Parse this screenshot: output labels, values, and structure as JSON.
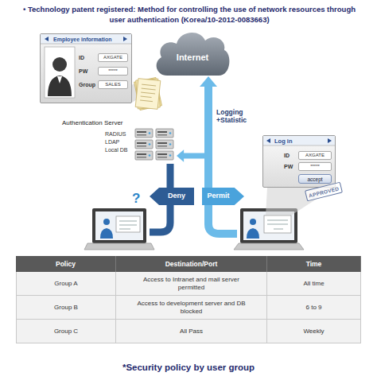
{
  "diagram": {
    "title": "• Technology patent registered: Method for controlling the use of network resources through user authentication (Korea/10-2012-0083663)",
    "caption": "*Security policy by user group",
    "nodes": [
      {
        "text": [
          "Employee information"
        ]
      },
      {
        "text": [
          "ID",
          "AXGATE"
        ],
        "in": 0
      },
      {
        "text": [
          "PW",
          "*****"
        ],
        "in": 0
      },
      {
        "text": [
          "Group",
          "SALES"
        ],
        "in": 0
      },
      {
        "text": [
          "Internet"
        ]
      },
      {
        "text": [
          "Authentication Server",
          "RADIUS",
          "LDAP",
          "Local DB"
        ]
      },
      {
        "text": [
          "Log in"
        ]
      },
      {
        "text": [
          "ID",
          "AXGATE"
        ],
        "in": 6
      },
      {
        "text": [
          "PW",
          "*****"
        ],
        "in": 6
      },
      {
        "text": [
          "accept"
        ],
        "in": 6
      },
      {
        "text": [
          "APPROVED"
        ]
      },
      {
        "text": [
          "Deny"
        ]
      },
      {
        "text": [
          "Permit"
        ]
      }
    ],
    "edges": [
      {
        "from": 12,
        "to": 4,
        "arrow": "to"
      },
      {
        "from": 12,
        "to": 5,
        "arrow": "to"
      },
      {
        "from": 5,
        "to": 11,
        "arrow": "none"
      }
    ],
    "labels": [
      "?",
      "Logging +Statistic",
      "Policy",
      "Destination/Port",
      "Time",
      "Group A",
      "Access to Intranet and mail server permitted",
      "All time",
      "Group B",
      "Access to development server and DB blocked",
      "6 to 9",
      "Group C",
      "All Pass",
      "Weekly"
    ]
  }
}
